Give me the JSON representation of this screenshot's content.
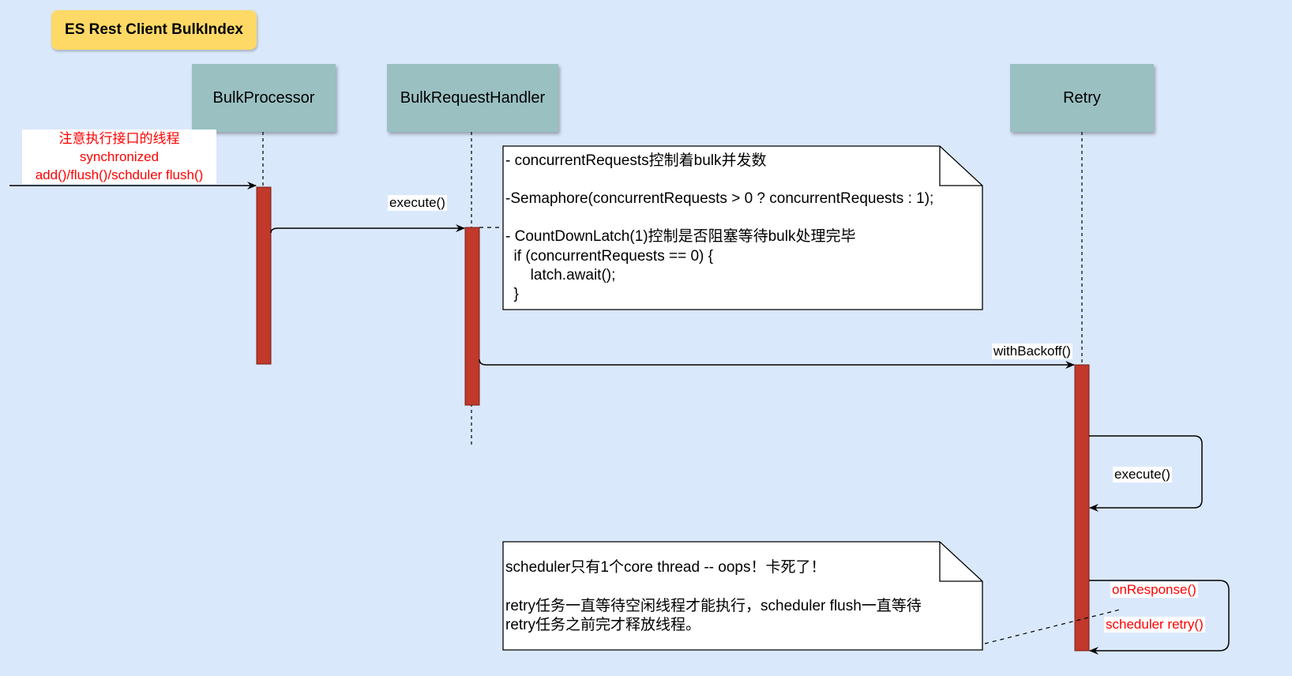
{
  "title": "ES Rest Client BulkIndex",
  "participants": {
    "bulk_processor": "BulkProcessor",
    "bulk_request_handler": "BulkRequestHandler",
    "retry": "Retry"
  },
  "thread_note": {
    "line1": "注意执行接口的线程",
    "line2": "synchronized",
    "line3": "add()/flush()/schduler flush()"
  },
  "messages": {
    "execute_1": "execute()",
    "with_backoff": "withBackoff()",
    "execute_2": "execute()",
    "on_response": "onResponse()",
    "scheduler_retry": "scheduler retry()"
  },
  "note_semaphore": {
    "l1": "- concurrentRequests控制着bulk并发数",
    "l2": "-Semaphore(concurrentRequests > 0 ? concurrentRequests : 1);",
    "l3": "- CountDownLatch(1)控制是否阻塞等待bulk处理完毕",
    "l4": "  if (concurrentRequests == 0) {",
    "l5": "      latch.await();",
    "l6": "  }"
  },
  "note_scheduler": {
    "l1": "scheduler只有1个core thread -- oops！卡死了！",
    "l2": "retry任务一直等待空闲线程才能执行，scheduler flush一直等待",
    "l3": "retry任务之前完才释放线程。"
  },
  "colors": {
    "background": "#dae8fc",
    "participant": "#9ac0c2",
    "activation": "#c0392b",
    "title": "#ffd966",
    "warning_text": "#ff0000"
  }
}
